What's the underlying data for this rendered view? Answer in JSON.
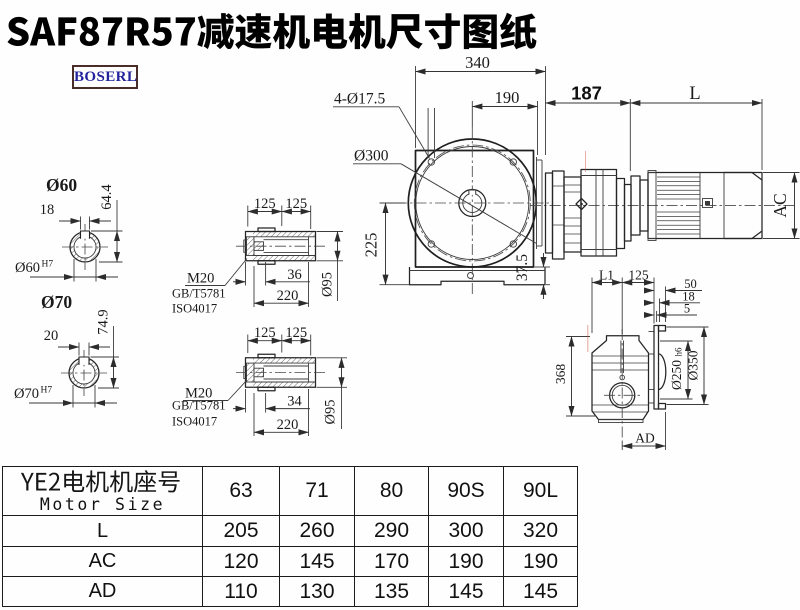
{
  "sheet": {
    "title": "SAF87R57减速机电机尺寸图纸",
    "logo_text": "BOSERL",
    "ink_color": "#1f1f1f",
    "logo_text_color": "#22229d",
    "logo_border_color": "#4a2d28",
    "background": "#fefefe"
  },
  "views": {
    "shaft_section_60": {
      "label": "Ø60",
      "keyway_width": "18",
      "keyway_height": "64.4",
      "bore": "Ø60",
      "bore_tolerance": "H7"
    },
    "shaft_section_70": {
      "label": "Ø70",
      "keyway_width": "20",
      "keyway_height": "74.9",
      "bore": "Ø70",
      "bore_tolerance": "H7"
    },
    "hollow_shaft_top": {
      "half_length_a": "125",
      "half_length_b": "125",
      "bolt_depth": "36",
      "total_length": "220",
      "outer_diameter": "Ø95",
      "thread": "M20",
      "standard_a": "GB/T5781",
      "standard_b": "ISO4017"
    },
    "hollow_shaft_bottom": {
      "half_length_a": "125",
      "half_length_b": "125",
      "bolt_depth": "34",
      "total_length": "220",
      "outer_diameter": "Ø95",
      "thread": "M20",
      "standard_a": "GB/T5781",
      "standard_b": "ISO4017"
    },
    "gearbox_front": {
      "overall_width": "340",
      "upper_width": "190",
      "bolt_holes": "4-Ø17.5",
      "flange_diameter": "Ø300",
      "center_height": "225",
      "base_offset": "37.5"
    },
    "motor_side": {
      "adapter_length": "187",
      "motor_length": "L",
      "motor_diameter": "AC"
    },
    "output_side": {
      "dim_l1": "L1",
      "dim_125": "125",
      "dim_50": "50",
      "dim_18": "18",
      "dim_5": "5",
      "height": "368",
      "spigot_diameter": "Ø250",
      "spigot_tolerance": "h6",
      "flange_diameter": "Ø350",
      "dim_ad": "AD"
    }
  },
  "table": {
    "header_cn": "YE2电机机座号",
    "header_en": "Motor Size",
    "columns": [
      "63",
      "71",
      "80",
      "90S",
      "90L"
    ],
    "rows": [
      {
        "label": "L",
        "values": [
          "205",
          "260",
          "290",
          "300",
          "320"
        ]
      },
      {
        "label": "AC",
        "values": [
          "120",
          "145",
          "170",
          "190",
          "190"
        ]
      },
      {
        "label": "AD",
        "values": [
          "110",
          "130",
          "135",
          "145",
          "145"
        ]
      }
    ]
  }
}
